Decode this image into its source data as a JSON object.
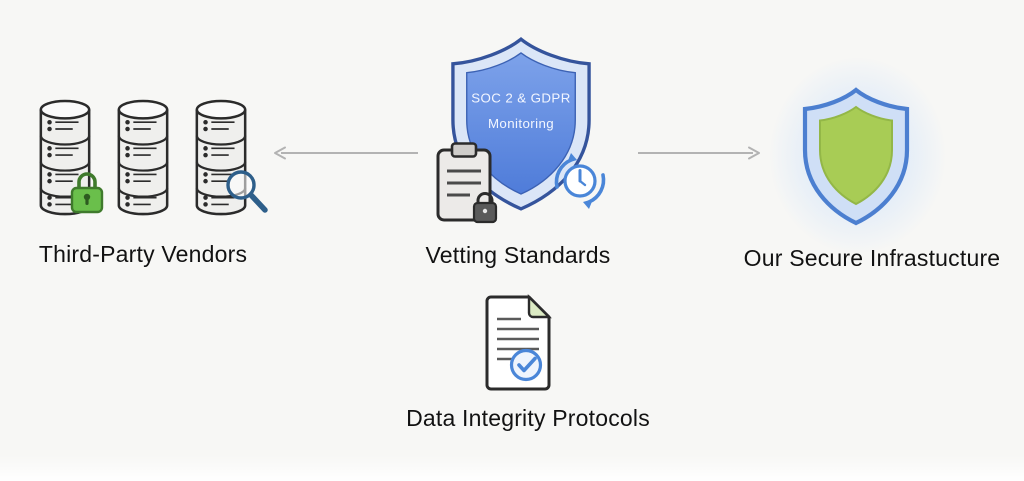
{
  "background_color": "#f7f7f5",
  "arrow_color": "#b3b3b3",
  "nodes": {
    "vendors": {
      "label": "Third-Party Vendors",
      "icons": [
        "database-lock-icon",
        "database-icon",
        "database-search-icon"
      ]
    },
    "vetting": {
      "label": "Vetting Standards",
      "shield_title_line1": "SOC 2 & GDPR",
      "shield_title_line2": "Monitoring",
      "icons": [
        "shield-icon",
        "clipboard-lock-icon",
        "sync-clock-icon"
      ]
    },
    "infrastructure": {
      "label": "Our Secure Infrastucture",
      "icons": [
        "shield-check-icon"
      ]
    },
    "data_integrity": {
      "label": "Data Integrity Protocols",
      "icons": [
        "document-check-icon"
      ]
    }
  },
  "colors": {
    "shield_outer_fill": "#dbe6f7",
    "shield_border": "#35549c",
    "shield_inner_fill": "#5b87e0",
    "green_shield_fill": "#a8cc55",
    "green_lock_fill": "#6abf4b",
    "accent_blue": "#4a86d8",
    "outline_dark": "#2b2b2b"
  }
}
